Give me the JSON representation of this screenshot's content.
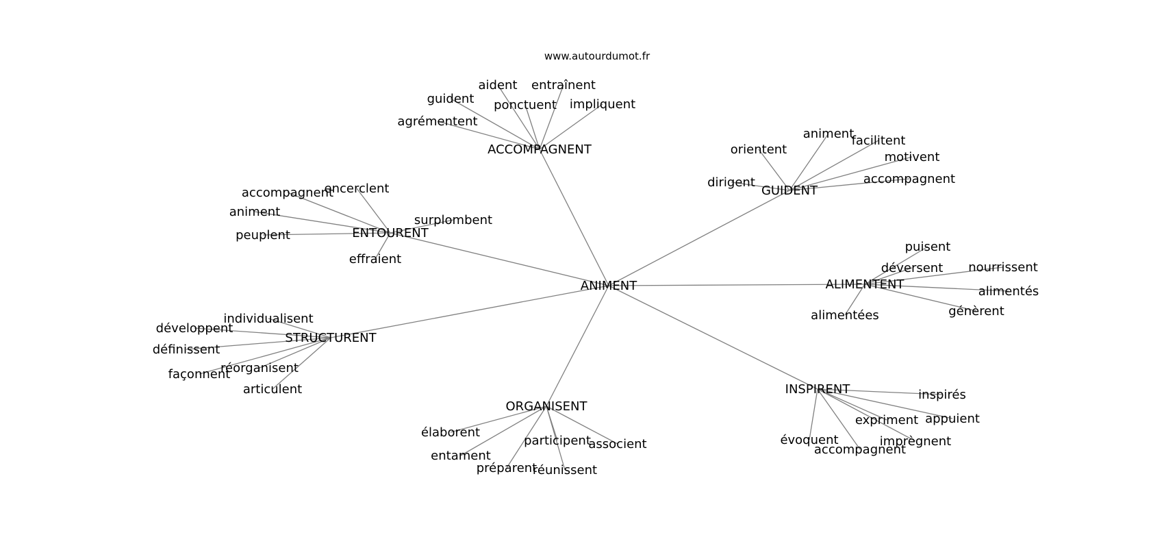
{
  "site": "www.autourdumot.fr",
  "colors": {
    "edge": "#808080",
    "text": "#000000",
    "background": "#ffffff"
  },
  "center": "ANIMENT",
  "groups": [
    {
      "hub": "ACCOMPAGNENT",
      "leaves": [
        "aident",
        "entraînent",
        "guident",
        "ponctuent",
        "impliquent",
        "agrémentent"
      ]
    },
    {
      "hub": "GUIDENT",
      "leaves": [
        "animent",
        "facilitent",
        "orientent",
        "motivent",
        "accompagnent",
        "dirigent"
      ]
    },
    {
      "hub": "ENTOURENT",
      "leaves": [
        "accompagnent",
        "encerclent",
        "animent",
        "surplombent",
        "peuplent",
        "effraient"
      ]
    },
    {
      "hub": "ALIMENTENT",
      "leaves": [
        "puisent",
        "déversent",
        "nourrissent",
        "alimentés",
        "alimentées",
        "génèrent"
      ]
    },
    {
      "hub": "STRUCTURENT",
      "leaves": [
        "individualisent",
        "développent",
        "définissent",
        "réorganisent",
        "façonnent",
        "articulent"
      ]
    },
    {
      "hub": "INSPIRENT",
      "leaves": [
        "inspirés",
        "appuient",
        "expriment",
        "évoquent",
        "imprègnent",
        "accompagnent"
      ]
    },
    {
      "hub": "ORGANISENT",
      "leaves": [
        "élaborent",
        "participent",
        "associent",
        "entament",
        "préparent",
        "réunissent"
      ]
    }
  ]
}
